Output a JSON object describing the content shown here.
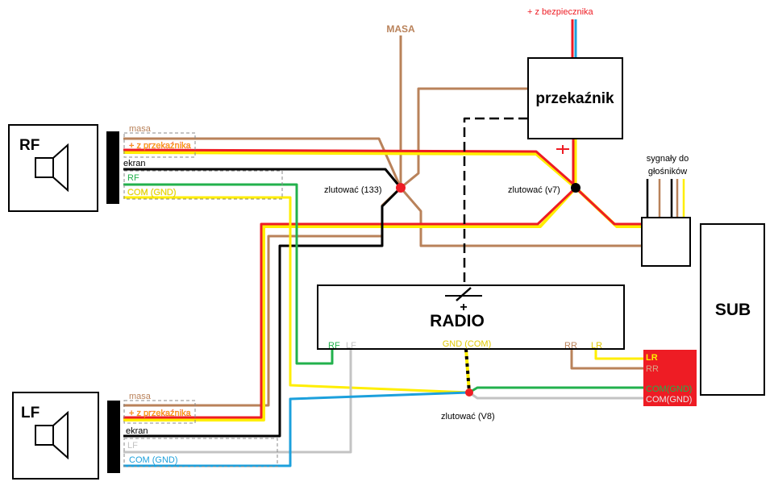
{
  "colors": {
    "brown": "#b9825a",
    "yellow": "#ffee00",
    "red": "#ee1c24",
    "black": "#000000",
    "green": "#22b14c",
    "blue": "#1ca0dc",
    "gray": "#c3c3c3",
    "junction_red": "#ee1c24",
    "sub_block": "#ee1c24"
  },
  "labels": {
    "fuse": "+ z bezpiecznika",
    "masa": "MASA",
    "relay": "przekaźnik",
    "solder_133": "zlutować (133)",
    "solder_v7": "zlutować (v7)",
    "solder_v8": "zlutować (V8)",
    "signals_line1": "sygnały do",
    "signals_line2": "głośników",
    "radio": "RADIO",
    "radio_plus": "+",
    "sub": "SUB",
    "gnd_com": "GND (COM)",
    "radio_rf": "RF",
    "radio_lf": "LF",
    "radio_rr": "RR",
    "radio_lr": "LR"
  },
  "rf_speaker": {
    "label": "RF",
    "wires": [
      "masa",
      "+ z przekaźnika",
      "ekran",
      "RF",
      "COM (GND)"
    ]
  },
  "lf_speaker": {
    "label": "LF",
    "wires": [
      "masa",
      "+ z przekaźnika",
      "ekran",
      "LF",
      "COM (GND)"
    ]
  },
  "sub_inputs": [
    "LR",
    "RR",
    "COM(GND)",
    "COM(GND)"
  ]
}
